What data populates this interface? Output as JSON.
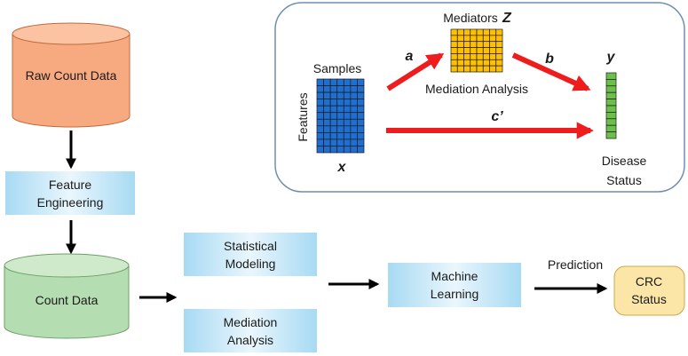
{
  "colors": {
    "raw_db": "#f7a97f",
    "raw_db_top": "#fbc3a2",
    "count_db": "#b5ddb2",
    "count_db_top": "#cfeacb",
    "process_box_center": "#eaf6fd",
    "process_box_edge": "#a7daf3",
    "output_box": "#fbe6a8",
    "arrow_black": "#000000",
    "arrow_red": "#ee1c1c",
    "matrix_blue": "#1f6fd1",
    "matrix_yellow": "#ffc000",
    "vector_green": "#6cc04a",
    "panel_border": "#6f8fb1"
  },
  "pipeline": {
    "raw_count_data": "Raw Count Data",
    "feature_engineering_line1": "Feature",
    "feature_engineering_line2": "Engineering",
    "count_data": "Count Data",
    "statistical_modeling_line1": "Statistical",
    "statistical_modeling_line2": "Modeling",
    "mediation_analysis_line1": "Mediation",
    "mediation_analysis_line2": "Analysis",
    "machine_learning_line1": "Machine",
    "machine_learning_line2": "Learning",
    "prediction_label": "Prediction",
    "crc_status_line1": "CRC",
    "crc_status_line2": "Status"
  },
  "mediation_panel": {
    "samples_label": "Samples",
    "features_label": "Features",
    "x_label": "x",
    "mediators_label": "Mediators",
    "z_label": "Z",
    "y_label": "y",
    "path_a": "a",
    "path_b": "b",
    "path_c_prime": "c’",
    "mediation_analysis_label": "Mediation Analysis",
    "disease_status_line1": "Disease",
    "disease_status_line2": "Status"
  }
}
